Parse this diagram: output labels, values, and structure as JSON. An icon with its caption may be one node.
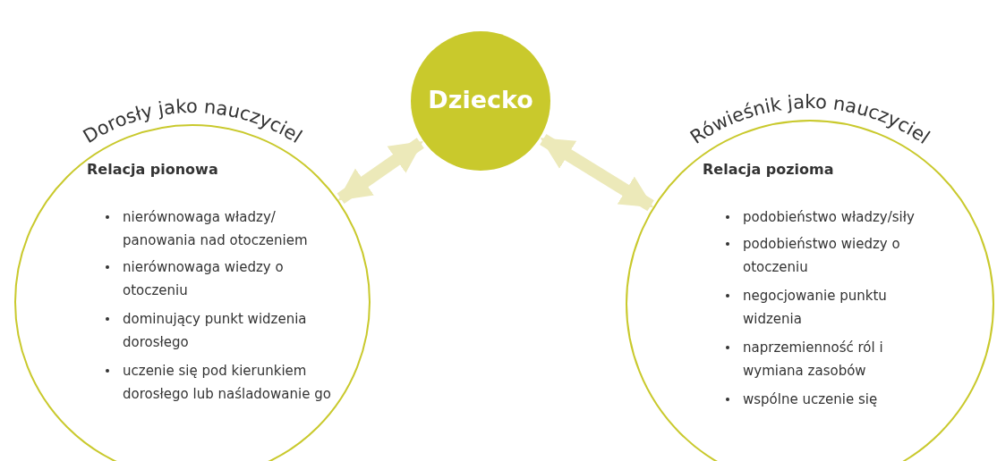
{
  "diagram": {
    "nodes": [
      {
        "text": [
          "Dziecko"
        ]
      },
      {
        "text": [
          "Dorosły jako nauczyciel",
          "Relacja pionowa",
          "nierównowaga władzy/ panowania nad otoczeniem",
          "nierównowaga wiedzy o otoczeniu",
          "dominujący punkt widzenia dorosłego",
          "uczenie się pod kierunkiem dorosłego lub naśladowanie go"
        ]
      },
      {
        "text": [
          "Rówieśnik jako nauczyciel",
          "Relacja pozioma",
          "podobieństwo władzy/siły",
          "podobieństwo wiedzy o otoczeniu",
          "negocjowanie punktu widzenia",
          "naprzemienność ról i wymiana zasobów",
          "wspólne uczenie się"
        ]
      }
    ],
    "edges": [
      {
        "from": 1,
        "to": 0,
        "arrow": "both"
      },
      {
        "from": 0,
        "to": 2,
        "arrow": "both"
      }
    ]
  }
}
